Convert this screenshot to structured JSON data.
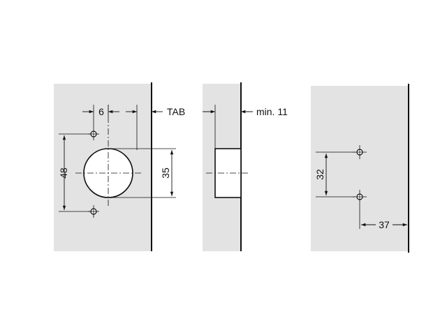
{
  "colors": {
    "panel": "#e3e3e3",
    "line": "#111111",
    "background": "#ffffff"
  },
  "front_view": {
    "dim_offset": "6",
    "dim_edge": "TAB",
    "dim_screw_spacing": "48",
    "dim_cup_diameter": "35"
  },
  "side_view": {
    "dim_min_thickness": "min. 11"
  },
  "plate_view": {
    "dim_hole_spacing": "32",
    "dim_edge_distance": "37"
  }
}
